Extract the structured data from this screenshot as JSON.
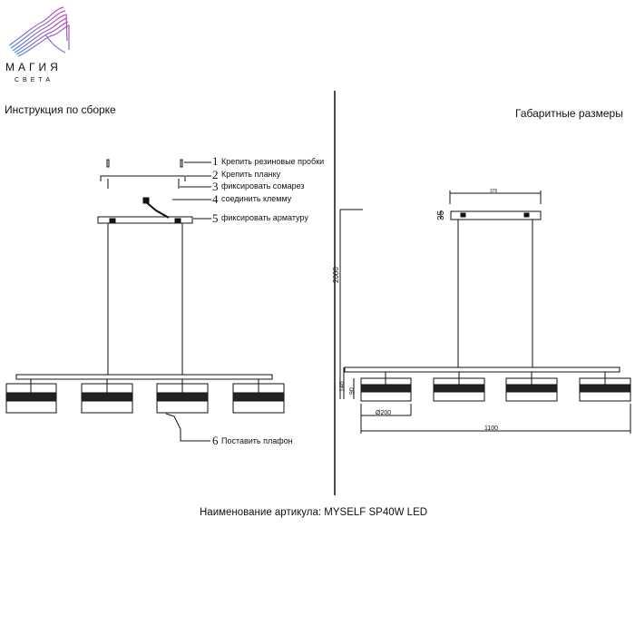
{
  "logo": {
    "brand_line1": "МАГИЯ",
    "brand_line2": "СВЕТА",
    "colors": [
      "#6a7fd8",
      "#b056b8"
    ]
  },
  "left": {
    "title": "Инструкция по сборке",
    "steps": [
      {
        "num": "1",
        "text": "Крепить резиновые пробки"
      },
      {
        "num": "2",
        "text": "Крепить планку"
      },
      {
        "num": "3",
        "text": "фиксировать сомарез"
      },
      {
        "num": "4",
        "text": "соединить клемму"
      },
      {
        "num": "5",
        "text": "фиксировать арматуру"
      },
      {
        "num": "6",
        "text": "Поставить плафон"
      }
    ]
  },
  "right": {
    "title": "Габаритные размеры",
    "dims": {
      "height_total": "2000",
      "canopy_height": "35",
      "canopy_width": "375",
      "drop": "140",
      "shade_height": "90",
      "shade_diameter": "Ø200",
      "total_length": "1100"
    }
  },
  "footer": {
    "article": "Наименование артикула: MYSELF SP40W LED"
  }
}
